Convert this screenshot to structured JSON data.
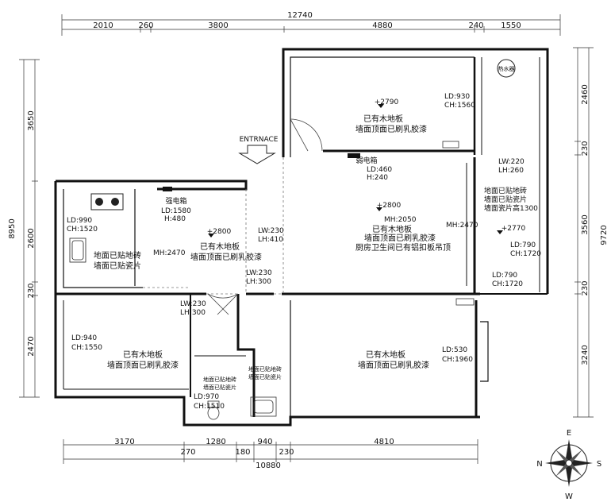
{
  "dimensions": {
    "top_total": "12740",
    "top": [
      "2010",
      "260",
      "3800",
      "4880",
      "240",
      "1550"
    ],
    "bottom_total": "10880",
    "bottom_top": [
      "3170",
      "1280",
      "940",
      "4810"
    ],
    "bottom_bottom": [
      "270",
      "180",
      "230"
    ],
    "left_total": "8950",
    "left": [
      "3650",
      "2600",
      "230",
      "2470"
    ],
    "right_total": "9720",
    "right": [
      "2460",
      "230",
      "3560",
      "230",
      "3240"
    ]
  },
  "entrance": "ENTRNACE",
  "water_heater": "热水器",
  "rooms": {
    "bedroom_ne": {
      "line1": "已有木地板",
      "line2": "墙面顶面已刷乳胶漆",
      "level": "+2790",
      "ld": "LD:930",
      "ch": "CH:1560"
    },
    "living": {
      "level": "+2800",
      "line1": "MH:2050",
      "line2": "已有木地板",
      "line3": "墙面顶面已刷乳胶漆",
      "line4": "厨房卫生间已有铝扣板吊顶"
    },
    "dining": {
      "level": "+2800",
      "line1": "已有木地板",
      "line2": "墙面顶面已刷乳胶漆"
    },
    "kitchen": {
      "line1": "地面已贴地砖",
      "line2": "墙面已贴瓷片"
    },
    "balcony": {
      "line1": "地面已贴地砖",
      "line2": "墙面已贴瓷片",
      "line3": "墙面瓷片高1300",
      "level": "+2770",
      "ld": "LD:790",
      "ch": "CH:1720"
    },
    "bedroom_sw": {
      "line1": "已有木地板",
      "line2": "墙面顶面已刷乳胶漆"
    },
    "bedroom_se": {
      "line1": "已有木地板",
      "line2": "墙面顶面已刷乳胶漆"
    },
    "bathroom": {
      "line1": "地面已贴地砖",
      "line2": "墙面已贴瓷片"
    },
    "wc": {
      "line1": "地面已贴地砖",
      "line2": "墙面已贴瓷片"
    }
  },
  "labels": {
    "strong_box": "强电箱",
    "strong_ld": "LD:1580",
    "strong_h": "H:480",
    "weak_box": "弱电箱",
    "weak_ld": "LD:460",
    "weak_h": "H:240",
    "kitchen_ld": "LD:990",
    "kitchen_ch": "CH:1520",
    "mh_kitchen": "MH:2470",
    "lw_upper": "LW:230",
    "lh_upper": "LH:410",
    "lw_mid": "LW:230",
    "lh_mid": "LH:300",
    "lw_sw": "LW:230",
    "lh_sw": "LH:300",
    "sw_ld": "LD:940",
    "sw_ch": "CH:1550",
    "mh_living": "MH:2470",
    "lw_balcony": "LW:220",
    "lh_balcony": "LH:260",
    "balcony_ld2": "LD:790",
    "balcony_ch2": "CH:1720",
    "se_ld": "LD:530",
    "se_ch": "CH:1960",
    "wc_ld": "LD:970",
    "wc_ch": "CH:1510"
  },
  "compass": {
    "n": "N",
    "s": "S",
    "e": "E",
    "w": "W"
  }
}
